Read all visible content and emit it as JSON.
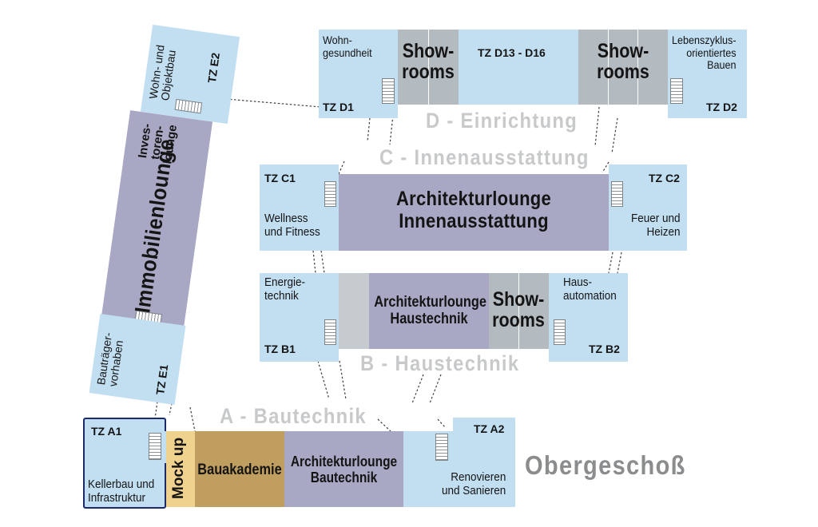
{
  "floor_title": "Obergeschoß",
  "sections": {
    "d": "D - Einrichtung",
    "c": "C - Innenausstattung",
    "b": "B - Haustechnik",
    "a": "A - Bautechnik"
  },
  "zones": {
    "d1": {
      "code": "TZ D1",
      "name": "Wohn-\ngesundheit"
    },
    "d_showrooms_left": "Show-\nrooms",
    "d13_16": "TZ D13 - D16",
    "d_showrooms_right": "Show-\nrooms",
    "d2": {
      "code": "TZ D2",
      "name": "Lebenszyklus-\norientiertes\nBauen"
    },
    "c1": {
      "code": "TZ C1",
      "name": "Wellness\nund Fitness"
    },
    "c_lounge": "Architekturlounge\nInnenausstattung",
    "c2": {
      "code": "TZ C2",
      "name": "Feuer und\nHeizen"
    },
    "b1": {
      "code": "TZ B1",
      "name": "Energie-\ntechnik"
    },
    "b_lounge": "Architekturlounge\nHaustechnik",
    "b_showrooms": "Show-\nrooms",
    "b2": {
      "code": "TZ B2",
      "name": "Haus-\nautomation"
    },
    "a1": {
      "code": "TZ A1",
      "name": "Kellerbau und\nInfrastruktur"
    },
    "mockup": "Mock up",
    "bauakademie": "Bauakademie",
    "a_lounge": "Architekturlounge\nBautechnik",
    "a2": {
      "code": "TZ A2",
      "name": "Renovieren\nund Sanieren"
    },
    "e1": {
      "code": "TZ E1",
      "name": "Bauträger-\nvorhaben"
    },
    "immobilienlounge": "Immobilienlounge",
    "investorenlounge": "Inves-\ntoren-\nlounge",
    "e2": {
      "code": "TZ E2",
      "name": "Wohn- und\nObjektbau"
    }
  },
  "colors": {
    "zone_blue": "#c2dff2",
    "showroom_gray": "#b3bac0",
    "lounge_violet": "#a8a7c4",
    "mockup_tan": "#f0d28f",
    "akademie_brown": "#bf9e5f",
    "section_label_gray": "#c7c9cb",
    "floor_title_gray": "#8a8c8e",
    "highlight_border": "#1c2a6b"
  }
}
